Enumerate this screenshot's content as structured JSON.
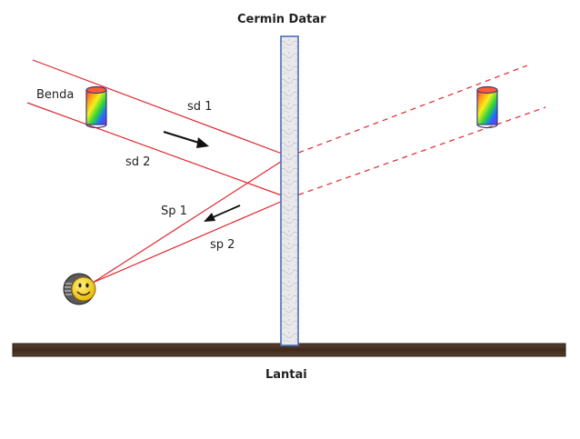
{
  "labels": {
    "mirror_title": "Cermin Datar",
    "object": "Benda",
    "incident_ray_1": "sd 1",
    "incident_ray_2": "sd 2",
    "reflected_ray_1": "Sp  1",
    "reflected_ray_2": "sp 2",
    "floor": "Lantai"
  },
  "colors": {
    "ray": "#e0262c",
    "arrow": "#111111",
    "mirror_border": "#4a6fb5",
    "floor": "#4a3424",
    "text": "#222222"
  },
  "icons": {
    "object": "rainbow-cylinder-icon",
    "image": "rainbow-cylinder-icon",
    "observer": "smiley-eye-icon"
  }
}
